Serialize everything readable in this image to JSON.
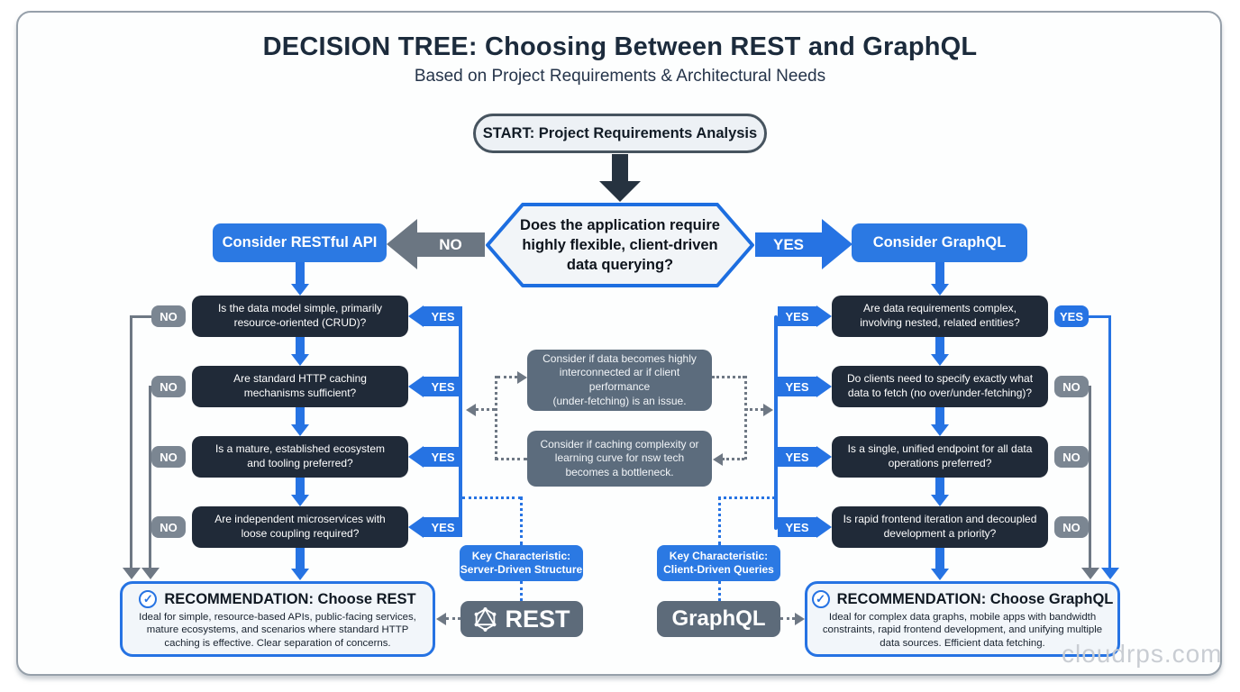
{
  "title": "DECISION TREE: Choosing Between REST and GraphQL",
  "subtitle": "Based on Project Requirements & Architectural Needs",
  "start_label": "START: Project Requirements Analysis",
  "root": {
    "question": "Does the application require\nhighly flexible, client-driven\ndata querying?",
    "no_label": "NO",
    "yes_label": "YES"
  },
  "left": {
    "header": "Consider RESTful API",
    "questions": [
      {
        "text": "Is the data model simple, primarily\nresource-oriented (CRUD)?",
        "yes_label": "YES",
        "no_label": "NO"
      },
      {
        "text": "Are standard HTTP caching\nmechanisms sufficient?",
        "yes_label": "YES",
        "no_label": "NO"
      },
      {
        "text": "Is a mature, established ecosystem\nand tooling preferred?",
        "yes_label": "YES",
        "no_label": "NO"
      },
      {
        "text": "Are independent microservices with\nloose coupling required?",
        "yes_label": "YES",
        "no_label": "NO"
      }
    ],
    "key_characteristic": "Key Characteristic:\nServer-Driven Structure",
    "tech_label": "REST",
    "recommendation_title": "RECOMMENDATION: Choose REST",
    "recommendation_body": "Ideal for simple, resource-based APIs, public-facing services,\nmature ecosystems, and scenarios where standard HTTP\ncaching is effective. Clear separation of concerns."
  },
  "right": {
    "header": "Consider GraphQL",
    "questions": [
      {
        "text": "Are data requirements complex,\ninvolving nested, related entities?",
        "yes_label": "YES",
        "badge_label": "YES"
      },
      {
        "text": "Do clients need to specify exactly what\ndata to fetch (no over/under-fetching)?",
        "yes_label": "YES",
        "badge_label": "NO"
      },
      {
        "text": "Is a single, unified endpoint for all data\noperations preferred?",
        "yes_label": "YES",
        "badge_label": "NO"
      },
      {
        "text": "Is rapid frontend iteration and decoupled\ndevelopment a priority?",
        "yes_label": "YES",
        "badge_label": "NO"
      }
    ],
    "key_characteristic": "Key Characteristic:\nClient-Driven Queries",
    "tech_label": "GraphQL",
    "recommendation_title": "RECOMMENDATION: Choose GraphQL",
    "recommendation_body": "Ideal for complex data graphs, mobile apps with bandwidth\nconstraints, rapid frontend development, and unifying multiple\ndata sources. Efficient data fetching."
  },
  "middle_notes": [
    {
      "text": "Consider if data becomes highly\ninterconnected ar if client\nperformance\n(under-fetching) is an issue."
    },
    {
      "text": "Consider if caching complexity or\nlearning curve for nsw tech\nbecomes a bottleneck."
    }
  ],
  "icons": {
    "check": "✓"
  },
  "watermark": "cloudrps.com",
  "colors": {
    "accent_blue": "#2673e3",
    "dark_navy": "#202a38",
    "slate_gray": "#5d6b7a",
    "line_gray": "#6e7884"
  }
}
